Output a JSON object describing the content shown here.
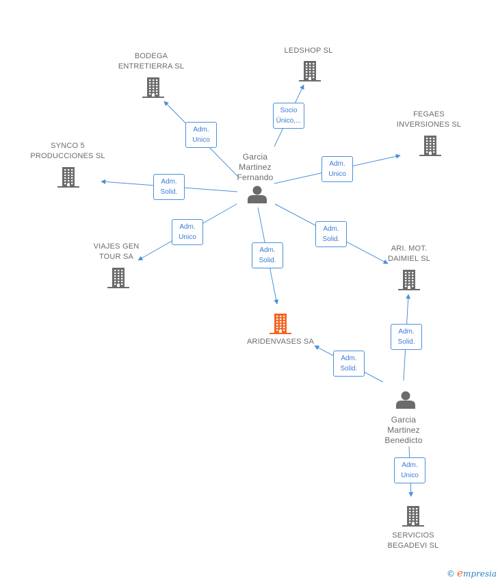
{
  "colors": {
    "edge": "#4a90d9",
    "company": "#6b6b6b",
    "focus": "#f26522",
    "person": "#6b6b6b"
  },
  "nodes": {
    "person_fernando": {
      "label": [
        "Garcia",
        "Martinez",
        "Fernando"
      ],
      "icon": "person-icon"
    },
    "person_benedicto": {
      "label": [
        "Garcia",
        "Martinez",
        "Benedicto"
      ],
      "icon": "person-icon"
    },
    "aridenvases": {
      "label": [
        "ARIDENVASES SA"
      ],
      "icon": "building-icon",
      "focus": true
    },
    "bodega": {
      "label": [
        "BODEGA",
        "ENTRETIERRA SL"
      ],
      "icon": "building-icon"
    },
    "ledshop": {
      "label": [
        "LEDSHOP SL"
      ],
      "icon": "building-icon"
    },
    "fegaes": {
      "label": [
        "FEGAES",
        "INVERSIONES SL"
      ],
      "icon": "building-icon"
    },
    "synco": {
      "label": [
        "SYNCO 5",
        "PRODUCCIONES SL"
      ],
      "icon": "building-icon"
    },
    "viajes": {
      "label": [
        "VIAJES GEN",
        "TOUR SA"
      ],
      "icon": "building-icon"
    },
    "ari_mot": {
      "label": [
        "ARI.  MOT.",
        "DAIMIEL SL"
      ],
      "icon": "building-icon"
    },
    "servicios": {
      "label": [
        "SERVICIOS",
        "BEGADEVI SL"
      ],
      "icon": "building-icon"
    }
  },
  "edges": [
    {
      "from": "person_fernando",
      "to": "bodega",
      "label": [
        "Adm.",
        "Unico"
      ]
    },
    {
      "from": "person_fernando",
      "to": "ledshop",
      "label": [
        "Socio",
        "Único,..."
      ]
    },
    {
      "from": "person_fernando",
      "to": "fegaes",
      "label": [
        "Adm.",
        "Unico"
      ]
    },
    {
      "from": "person_fernando",
      "to": "synco",
      "label": [
        "Adm.",
        "Solid."
      ]
    },
    {
      "from": "person_fernando",
      "to": "viajes",
      "label": [
        "Adm.",
        "Unico"
      ]
    },
    {
      "from": "person_fernando",
      "to": "aridenvases",
      "label": [
        "Adm.",
        "Solid."
      ]
    },
    {
      "from": "person_fernando",
      "to": "ari_mot",
      "label": [
        "Adm.",
        "Solid."
      ]
    },
    {
      "from": "person_benedicto",
      "to": "ari_mot",
      "label": [
        "Adm.",
        "Solid."
      ]
    },
    {
      "from": "person_benedicto",
      "to": "aridenvases",
      "label": [
        "Adm.",
        "Solid."
      ]
    },
    {
      "from": "person_benedicto",
      "to": "servicios",
      "label": [
        "Adm.",
        "Unico"
      ]
    }
  ],
  "footer": {
    "copyright_symbol": "©",
    "brand_initial": "e",
    "brand_rest": "mpresia"
  }
}
